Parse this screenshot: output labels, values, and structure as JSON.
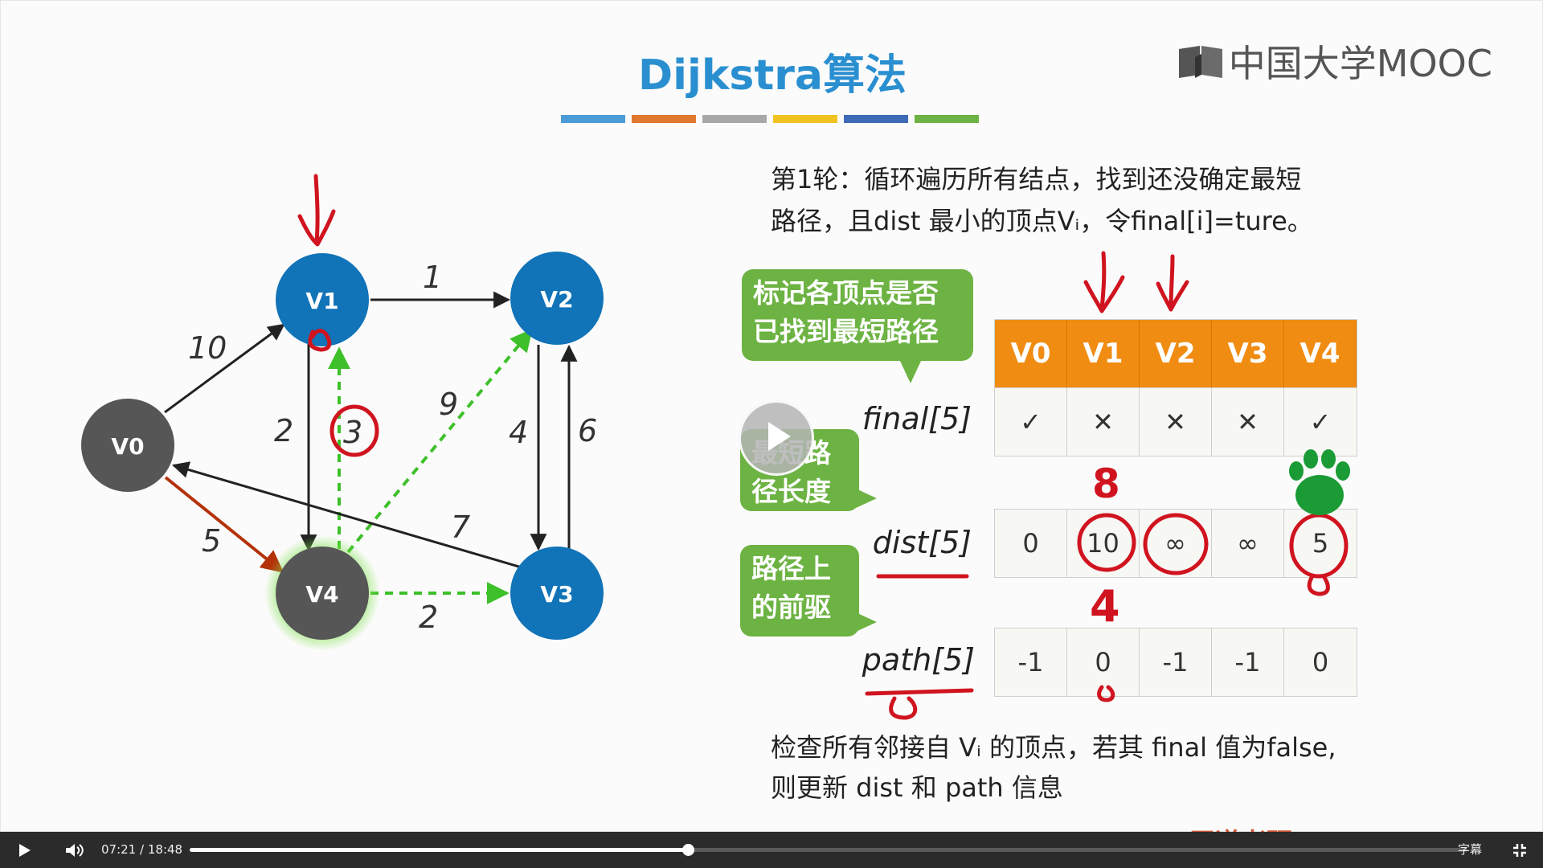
{
  "slide": {
    "title": "Dijkstra算法",
    "colorbar": [
      "#4a9bd6",
      "#e0782f",
      "#a8a8a8",
      "#f2c320",
      "#3d6bb6",
      "#6db343"
    ],
    "logo_text": "中国大学MOOC",
    "round_line1": "第1轮：循环遍历所有结点，找到还没确定最短",
    "round_line2": "路径，且dist 最小的顶点Vᵢ，令final[i]=ture。",
    "check_line1": "检查所有邻接自 Vᵢ 的顶点，若其 final 值为false,",
    "check_line2": "则更新 dist 和 path 信息",
    "bubble_final_1": "标记各顶点是否",
    "bubble_final_2": "已找到最短路径",
    "bubble_dist_1": "最短路",
    "bubble_dist_2": "径长度",
    "bubble_path_1": "路径上",
    "bubble_path_2": "的前驱",
    "label_final": "final[5]",
    "label_dist": "dist[5]",
    "label_path": "path[5]",
    "watermark": "王道考研/CSKAOYAN.COM"
  },
  "graph": {
    "nodes": [
      "V0",
      "V1",
      "V2",
      "V3",
      "V4"
    ],
    "edges": [
      {
        "from": "V0",
        "to": "V1",
        "weight": "10"
      },
      {
        "from": "V1",
        "to": "V2",
        "weight": "1"
      },
      {
        "from": "V1",
        "to": "V4",
        "weight": "2"
      },
      {
        "from": "V4",
        "to": "V1",
        "weight": "3"
      },
      {
        "from": "V4",
        "to": "V2",
        "weight": "9"
      },
      {
        "from": "V2",
        "to": "V3",
        "weight": "4"
      },
      {
        "from": "V3",
        "to": "V2",
        "weight": "6"
      },
      {
        "from": "V3",
        "to": "V0",
        "weight": "7"
      },
      {
        "from": "V0",
        "to": "V4",
        "weight": "5"
      },
      {
        "from": "V4",
        "to": "V3",
        "weight": "2"
      }
    ]
  },
  "table": {
    "headers": [
      "V0",
      "V1",
      "V2",
      "V3",
      "V4"
    ],
    "final": [
      "✓",
      "✕",
      "✕",
      "✕",
      "✓"
    ],
    "dist": [
      "0",
      "10",
      "∞",
      "∞",
      "5"
    ],
    "path": [
      "-1",
      "0",
      "-1",
      "-1",
      "0"
    ],
    "handwritten_dist_above_v1": "8",
    "handwritten_path_above_v1": "4"
  },
  "player": {
    "current_time": "07:21",
    "separator": "/",
    "duration": "18:48",
    "progress": 0.39,
    "subtitles_label": "字幕"
  }
}
